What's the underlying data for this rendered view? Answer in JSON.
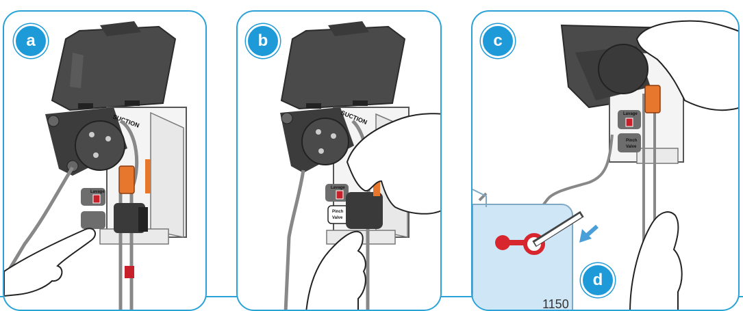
{
  "steps": {
    "a": "a",
    "b": "b",
    "c": "c",
    "d": "d"
  },
  "labels": {
    "suction": "SUCTION",
    "lavage": "Lavage",
    "pinch_valve": "Pinch Valve",
    "pinch_line1": "Pinch",
    "pinch_line2": "Valve",
    "canister_text": "1150"
  },
  "colors": {
    "accent": "#1f9ad8",
    "device_dark": "#4a4a4a",
    "tubing_clip": "#e8772e",
    "canister_red": "#d7262e",
    "canister_fill": "#cfe6f6"
  }
}
